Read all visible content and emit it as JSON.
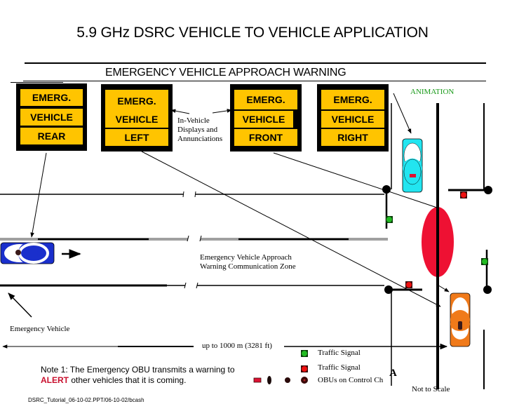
{
  "header": {
    "title": "5.9 GHz DSRC VEHICLE TO VEHICLE APPLICATION",
    "subtitle": "EMERGENCY VEHICLE APPROACH WARNING"
  },
  "signs": [
    {
      "id": "rear",
      "lines": [
        "EMERG.",
        "VEHICLE",
        "REAR"
      ]
    },
    {
      "id": "left",
      "lines": [
        "EMERG.",
        "VEHICLE",
        "LEFT"
      ]
    },
    {
      "id": "front",
      "lines": [
        "EMERG.",
        "VEHICLE",
        "FRONT"
      ]
    },
    {
      "id": "right",
      "lines": [
        "EMERG.",
        "VEHICLE",
        "RIGHT"
      ]
    }
  ],
  "labels": {
    "in_vehicle_displays": [
      "In-Vehicle",
      "Displays and",
      "Annunciations"
    ],
    "animation": "ANIMATION",
    "zone": [
      "Emergency Vehicle Approach",
      "Warning Communication Zone"
    ],
    "emergency_vehicle": "Emergency Vehicle",
    "range": "up to 1000 m (3281 ft)",
    "intersection_marker": "A",
    "not_to_scale": "Not to Scale"
  },
  "legend": {
    "items": [
      {
        "label": "Traffic Signal",
        "color": "#22bb22",
        "state": "green"
      },
      {
        "label": "Traffic Signal",
        "color": "#ee1111",
        "state": "red"
      },
      {
        "label": "OBUs on Control Ch",
        "color": "#3a0a0a",
        "state": "obu"
      }
    ]
  },
  "note": {
    "prefix": "Note 1: The Emergency OBU transmits a warning to",
    "alert_word": "ALERT",
    "suffix": " other vehicles that it is coming."
  },
  "footer": {
    "source": "DSRC_Tutorial_06-10-02.PPT/06-10-02/bcash"
  },
  "colors": {
    "sign_fill": "#ffc400",
    "zone_fill": "#ee1133",
    "emergency_vehicle": "#1a2fcc",
    "vehicle_cyan": "#22e5f0",
    "vehicle_orange": "#f07a1a",
    "signal_green": "#22bb22",
    "signal_red": "#ee1111",
    "animation_text": "#1a9a1a",
    "alert_text": "#c8102e"
  }
}
